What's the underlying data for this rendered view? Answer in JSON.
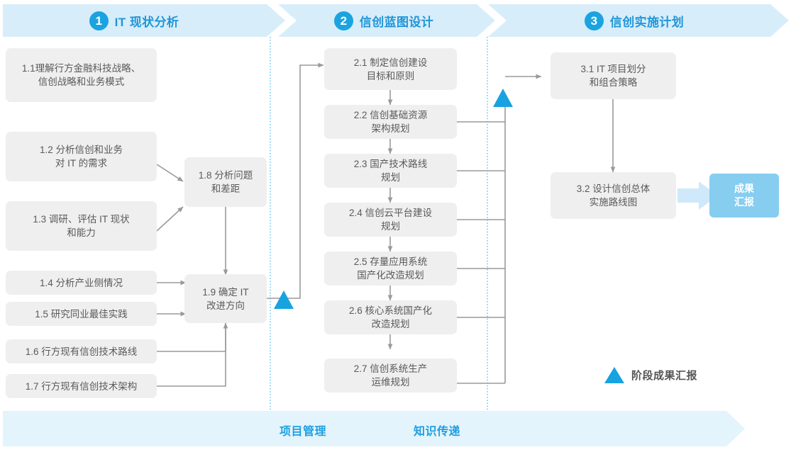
{
  "phases": [
    {
      "number": "1",
      "title": "IT 现状分析"
    },
    {
      "number": "2",
      "title": "信创蓝图设计"
    },
    {
      "number": "3",
      "title": "信创实施计划"
    }
  ],
  "boxes": {
    "b11": "1.1理解行方金融科技战略、\n信创战略和业务模式",
    "b12": "1.2 分析信创和业务\n对 IT 的需求",
    "b13": "1.3 调研、评估 IT 现状\n和能力",
    "b14": "1.4 分析产业侧情况",
    "b15": "1.5 研究同业最佳实践",
    "b16": "1.6 行方现有信创技术路线",
    "b17": "1.7 行方现有信创技术架构",
    "b18": "1.8 分析问题\n和差距",
    "b19": "1.9 确定 IT\n改进方向",
    "b21": "2.1 制定信创建设\n目标和原则",
    "b22": "2.2 信创基础资源\n架构规划",
    "b23": "2.3 国产技术路线\n规划",
    "b24": "2.4 信创云平台建设\n规划",
    "b25": "2.5 存量应用系统\n国产化改造规划",
    "b26": "2.6 核心系统国产化\n改造规划",
    "b27": "2.7 信创系统生产\n运维规划",
    "b31": "3.1 IT 项目划分\n和组合策略",
    "b32": "3.2 设计信创总体\n实施路线图",
    "deliverable": "成果\n汇报"
  },
  "legend": {
    "label": "阶段成果汇报"
  },
  "bottom": {
    "left_label": "项目管理",
    "right_label": "知识传递"
  },
  "colors": {
    "accent": "#1ba3e0",
    "banner_bg": "#d7edfa",
    "band_bg": "#e3f4fc",
    "box_bg": "#efefef",
    "box_text": "#5a5a5a",
    "deliverable_bg": "#86cdf0",
    "wire": "#9a9a9a",
    "dotted": "#4ec2ee"
  }
}
